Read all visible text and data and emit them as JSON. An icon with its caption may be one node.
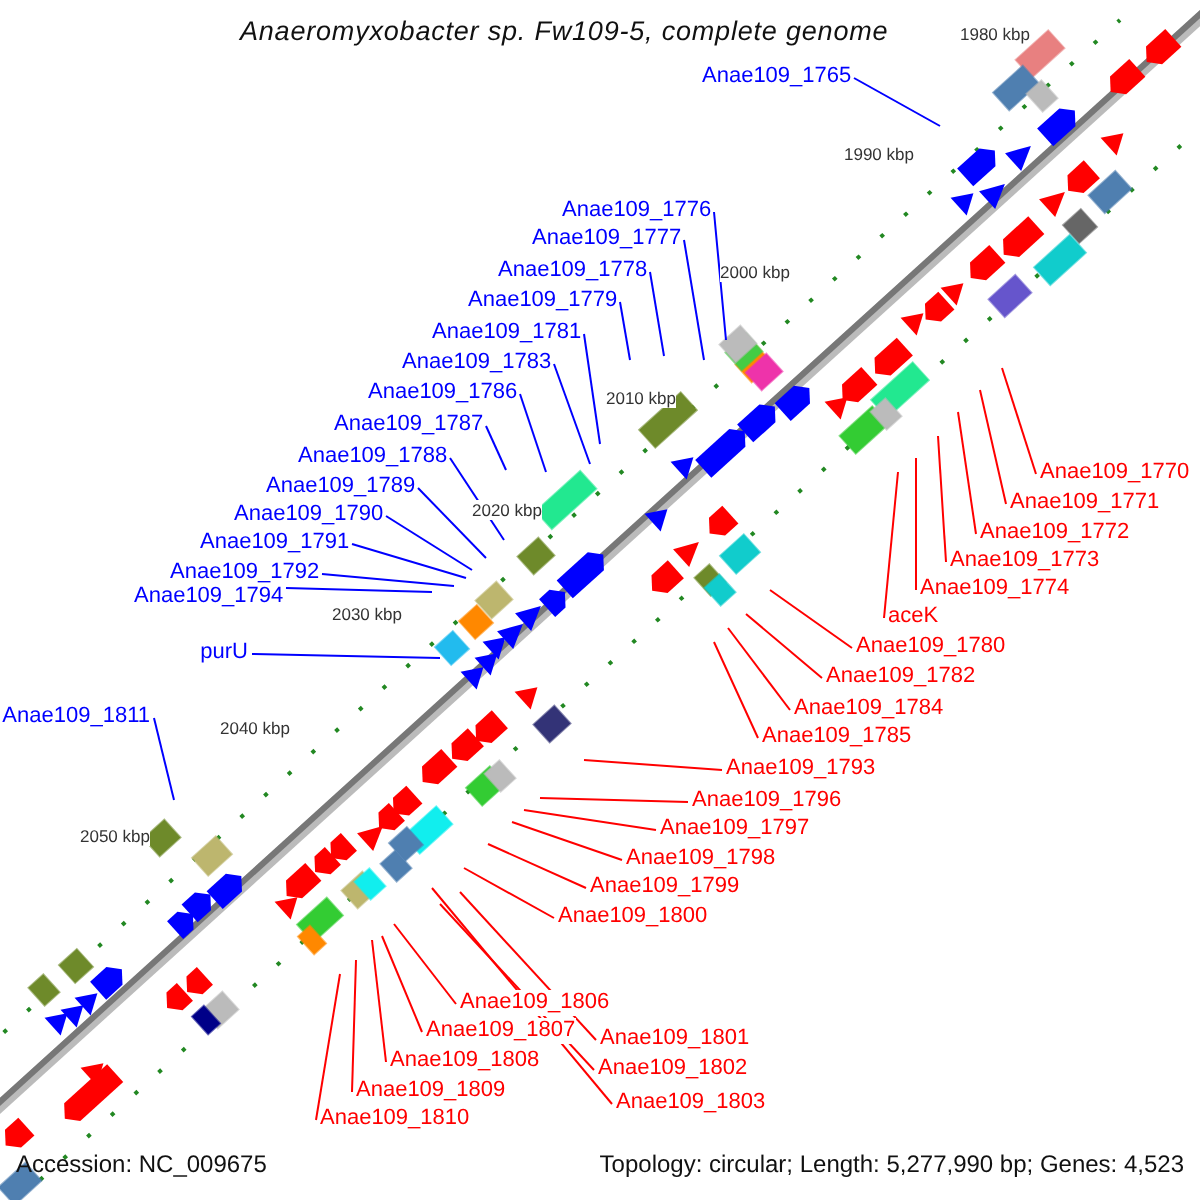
{
  "diagram": {
    "title": "Anaeromyxobacter sp. Fw109-5, complete genome",
    "nodes": [
      {
        "text": [
          "Anae109_1765"
        ]
      },
      {
        "text": [
          "Anae109_1776"
        ]
      },
      {
        "text": [
          "Anae109_1777"
        ]
      },
      {
        "text": [
          "Anae109_1778"
        ]
      },
      {
        "text": [
          "Anae109_1779"
        ]
      },
      {
        "text": [
          "Anae109_1781"
        ]
      },
      {
        "text": [
          "Anae109_1783"
        ]
      },
      {
        "text": [
          "Anae109_1786"
        ]
      },
      {
        "text": [
          "Anae109_1787"
        ]
      },
      {
        "text": [
          "Anae109_1788"
        ]
      },
      {
        "text": [
          "Anae109_1789"
        ]
      },
      {
        "text": [
          "Anae109_1790"
        ]
      },
      {
        "text": [
          "Anae109_1791"
        ]
      },
      {
        "text": [
          "Anae109_1792"
        ]
      },
      {
        "text": [
          "Anae109_1794"
        ]
      },
      {
        "text": [
          "purU"
        ]
      },
      {
        "text": [
          "Anae109_1811"
        ]
      },
      {
        "text": [
          "Anae109_1770"
        ]
      },
      {
        "text": [
          "Anae109_1771"
        ]
      },
      {
        "text": [
          "Anae109_1772"
        ]
      },
      {
        "text": [
          "Anae109_1773"
        ]
      },
      {
        "text": [
          "Anae109_1774"
        ]
      },
      {
        "text": [
          "aceK"
        ]
      },
      {
        "text": [
          "Anae109_1780"
        ]
      },
      {
        "text": [
          "Anae109_1782"
        ]
      },
      {
        "text": [
          "Anae109_1784"
        ]
      },
      {
        "text": [
          "Anae109_1785"
        ]
      },
      {
        "text": [
          "Anae109_1793"
        ]
      },
      {
        "text": [
          "Anae109_1796"
        ]
      },
      {
        "text": [
          "Anae109_1797"
        ]
      },
      {
        "text": [
          "Anae109_1798"
        ]
      },
      {
        "text": [
          "Anae109_1799"
        ]
      },
      {
        "text": [
          "Anae109_1800"
        ]
      },
      {
        "text": [
          "Anae109_1806"
        ]
      },
      {
        "text": [
          "Anae109_1801"
        ]
      },
      {
        "text": [
          "Anae109_1807"
        ]
      },
      {
        "text": [
          "Anae109_1802"
        ]
      },
      {
        "text": [
          "Anae109_1808"
        ]
      },
      {
        "text": [
          "Anae109_1803"
        ]
      },
      {
        "text": [
          "Anae109_1809"
        ]
      },
      {
        "text": [
          "Anae109_1810"
        ]
      }
    ],
    "edges": [
      {
        "from": 0,
        "to": null,
        "arrow": "none",
        "color": "#0000ff"
      },
      {
        "from": 1,
        "to": null,
        "arrow": "none",
        "color": "#0000ff"
      },
      {
        "from": 2,
        "to": null,
        "arrow": "none",
        "color": "#0000ff"
      },
      {
        "from": 3,
        "to": null,
        "arrow": "none",
        "color": "#0000ff"
      },
      {
        "from": 4,
        "to": null,
        "arrow": "none",
        "color": "#0000ff"
      },
      {
        "from": 5,
        "to": null,
        "arrow": "none",
        "color": "#0000ff"
      },
      {
        "from": 6,
        "to": null,
        "arrow": "none",
        "color": "#0000ff"
      },
      {
        "from": 7,
        "to": null,
        "arrow": "none",
        "color": "#0000ff"
      },
      {
        "from": 8,
        "to": null,
        "arrow": "none",
        "color": "#0000ff"
      },
      {
        "from": 9,
        "to": null,
        "arrow": "none",
        "color": "#0000ff"
      },
      {
        "from": 10,
        "to": null,
        "arrow": "none",
        "color": "#0000ff"
      },
      {
        "from": 11,
        "to": null,
        "arrow": "none",
        "color": "#0000ff"
      },
      {
        "from": 12,
        "to": null,
        "arrow": "none",
        "color": "#0000ff"
      },
      {
        "from": 13,
        "to": null,
        "arrow": "none",
        "color": "#0000ff"
      },
      {
        "from": 14,
        "to": null,
        "arrow": "none",
        "color": "#0000ff"
      },
      {
        "from": 15,
        "to": null,
        "arrow": "none",
        "color": "#0000ff"
      },
      {
        "from": 16,
        "to": null,
        "arrow": "none",
        "color": "#0000ff"
      },
      {
        "from": 17,
        "to": null,
        "arrow": "none"
      },
      {
        "from": 18,
        "to": null,
        "arrow": "none"
      },
      {
        "from": 19,
        "to": null,
        "arrow": "none"
      },
      {
        "from": 20,
        "to": null,
        "arrow": "none"
      },
      {
        "from": 21,
        "to": null,
        "arrow": "none"
      },
      {
        "from": 22,
        "to": null,
        "arrow": "none"
      },
      {
        "from": 23,
        "to": null,
        "arrow": "none"
      },
      {
        "from": 24,
        "to": null,
        "arrow": "none"
      },
      {
        "from": 25,
        "to": null,
        "arrow": "none"
      },
      {
        "from": 26,
        "to": null,
        "arrow": "none"
      },
      {
        "from": 27,
        "to": null,
        "arrow": "none"
      },
      {
        "from": 28,
        "to": null,
        "arrow": "none"
      },
      {
        "from": 29,
        "to": null,
        "arrow": "none"
      },
      {
        "from": 30,
        "to": null,
        "arrow": "none"
      },
      {
        "from": 31,
        "to": null,
        "arrow": "none"
      },
      {
        "from": 32,
        "to": null,
        "arrow": "none"
      },
      {
        "from": 33,
        "to": null,
        "arrow": "none"
      },
      {
        "from": 34,
        "to": null,
        "arrow": "none"
      },
      {
        "from": 35,
        "to": null,
        "arrow": "none"
      },
      {
        "from": 36,
        "to": null,
        "arrow": "none"
      },
      {
        "from": 37,
        "to": null,
        "arrow": "none"
      },
      {
        "from": 38,
        "to": null,
        "arrow": "none"
      },
      {
        "from": 39,
        "to": null,
        "arrow": "none"
      },
      {
        "from": 40,
        "to": null,
        "arrow": "none"
      }
    ],
    "labels": [
      "1980 kbp",
      "1990 kbp",
      "2000 kbp",
      "2010 kbp",
      "2020 kbp",
      "2030 kbp",
      "2040 kbp",
      "2050 kbp",
      "Accession: NC_009675",
      "Topology: circular; Length: 5,277,990 bp; Genes: 4,523"
    ]
  }
}
